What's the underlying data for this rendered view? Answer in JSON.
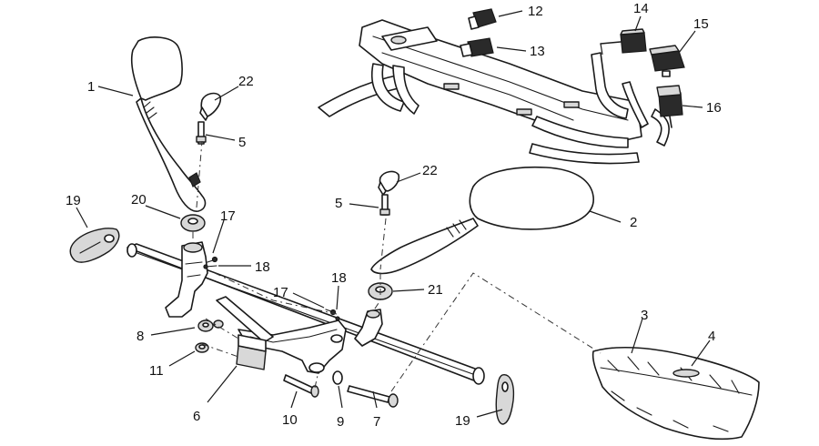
{
  "callouts": [
    {
      "id": "c1",
      "text": "1"
    },
    {
      "id": "c2",
      "text": "2"
    },
    {
      "id": "c3",
      "text": "3"
    },
    {
      "id": "c4",
      "text": "4"
    },
    {
      "id": "c5a",
      "text": "5"
    },
    {
      "id": "c5b",
      "text": "5"
    },
    {
      "id": "c6",
      "text": "6"
    },
    {
      "id": "c7",
      "text": "7"
    },
    {
      "id": "c8",
      "text": "8"
    },
    {
      "id": "c9",
      "text": "9"
    },
    {
      "id": "c10",
      "text": "10"
    },
    {
      "id": "c11",
      "text": "11"
    },
    {
      "id": "c12",
      "text": "12"
    },
    {
      "id": "c13",
      "text": "13"
    },
    {
      "id": "c14",
      "text": "14"
    },
    {
      "id": "c15",
      "text": "15"
    },
    {
      "id": "c16",
      "text": "16"
    },
    {
      "id": "c17a",
      "text": "17"
    },
    {
      "id": "c17b",
      "text": "17"
    },
    {
      "id": "c18a",
      "text": "18"
    },
    {
      "id": "c18b",
      "text": "18"
    },
    {
      "id": "c19a",
      "text": "19"
    },
    {
      "id": "c19b",
      "text": "19"
    },
    {
      "id": "c20",
      "text": "20"
    },
    {
      "id": "c21",
      "text": "21"
    },
    {
      "id": "c22a",
      "text": "22"
    },
    {
      "id": "c22b",
      "text": "22"
    }
  ]
}
